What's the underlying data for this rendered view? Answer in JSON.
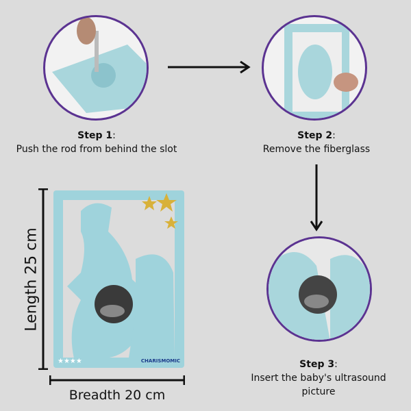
{
  "steps": [
    {
      "title": "Step 1",
      "colon": ":",
      "text": "Push the rod from behind the slot"
    },
    {
      "title": "Step 2",
      "colon": ":",
      "text": "Remove the fiberglass"
    },
    {
      "title": "Step 3",
      "colon": ":",
      "text": "Insert the baby's ultrasound picture"
    }
  ],
  "dimensions": {
    "length": "Length 25 cm",
    "breadth": "Breadth 20 cm"
  },
  "brand": "CHARISMOMIC",
  "colors": {
    "frame": "#9fd3dc",
    "circle_border": "#5b3391",
    "background": "#dcdcdc"
  }
}
